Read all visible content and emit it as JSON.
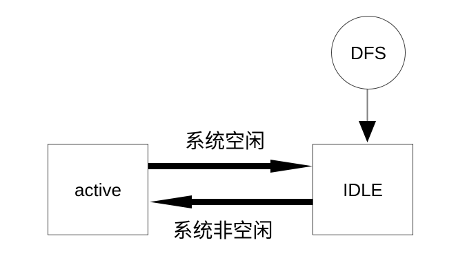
{
  "diagram": {
    "background": "#ffffff",
    "nodes": {
      "dfs": {
        "label": "DFS",
        "shape": "circle"
      },
      "active": {
        "label": "active",
        "shape": "rectangle"
      },
      "idle": {
        "label": "IDLE",
        "shape": "rectangle"
      }
    },
    "edges": [
      {
        "id": "dfs-to-idle",
        "from": "dfs",
        "to": "idle",
        "label": "",
        "style": "thin-gray-arrow"
      },
      {
        "id": "active-to-idle",
        "from": "active",
        "to": "idle",
        "label": "系统空闲",
        "style": "thick-black-arrow"
      },
      {
        "id": "idle-to-active",
        "from": "idle",
        "to": "active",
        "label": "系统非空闲",
        "style": "thick-black-arrow"
      }
    ],
    "colors": {
      "arrow_fill": "#000000",
      "thin_connector": "#808080",
      "node_border": "#3d3d3d",
      "text": "#000000",
      "background": "#ffffff"
    }
  }
}
